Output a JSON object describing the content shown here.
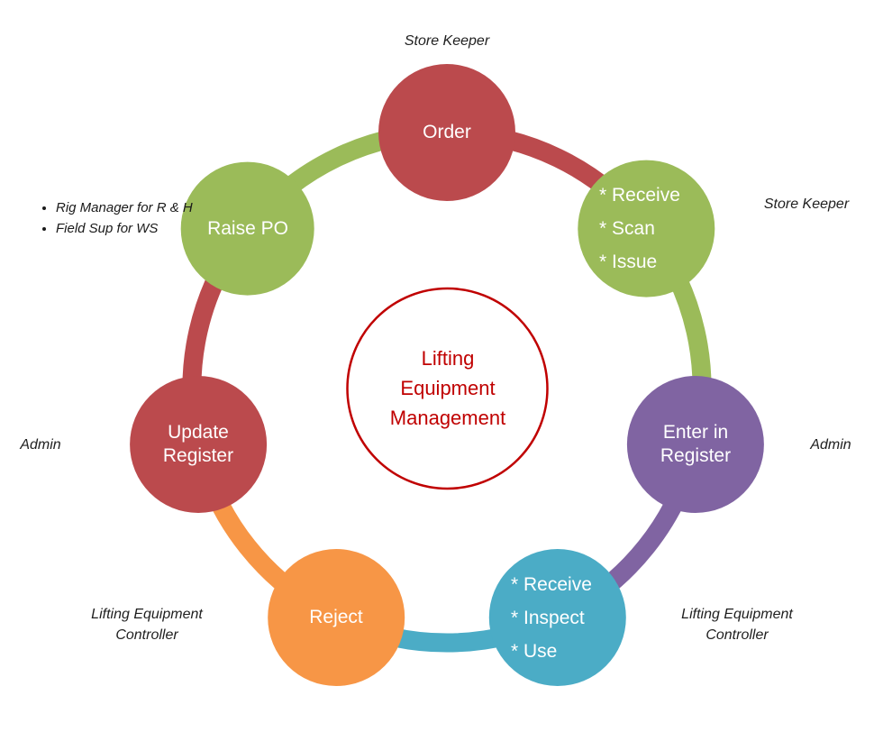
{
  "title": {
    "line1": "Lifting",
    "line2": "Equipment",
    "line3": "Management"
  },
  "colors": {
    "red": "#BB4A4D",
    "green": "#9BBB59",
    "purple": "#8064A2",
    "teal": "#4BACC6",
    "orange": "#F79646",
    "center_outline": "#C00000",
    "center_text": "#C00000",
    "node_text": "#FFFFFF",
    "role_text": "#1F1F1F"
  },
  "nodes": {
    "order": {
      "label": "Order"
    },
    "receive_scan_issue": {
      "line1": "* Receive",
      "line2": "* Scan",
      "line3": "* Issue"
    },
    "enter_register": {
      "line1": "Enter in",
      "line2": "Register"
    },
    "receive_inspect_use": {
      "line1": "* Receive",
      "line2": "* Inspect",
      "line3": "* Use"
    },
    "reject": {
      "label": "Reject"
    },
    "update_register": {
      "line1": "Update",
      "line2": "Register"
    },
    "raise_po": {
      "label": "Raise PO"
    }
  },
  "role_labels": {
    "store_keeper_top": "Store Keeper",
    "store_keeper_right": "Store Keeper",
    "admin_right": "Admin",
    "lifting_equipment_controller_right": {
      "line1": "Lifting Equipment",
      "line2": "Controller"
    },
    "lifting_equipment_controller_left": {
      "line1": "Lifting Equipment",
      "line2": "Controller"
    },
    "admin_left": "Admin",
    "raise_po_bullets": [
      "Rig Manager for R & H",
      "Field Sup for WS"
    ]
  }
}
